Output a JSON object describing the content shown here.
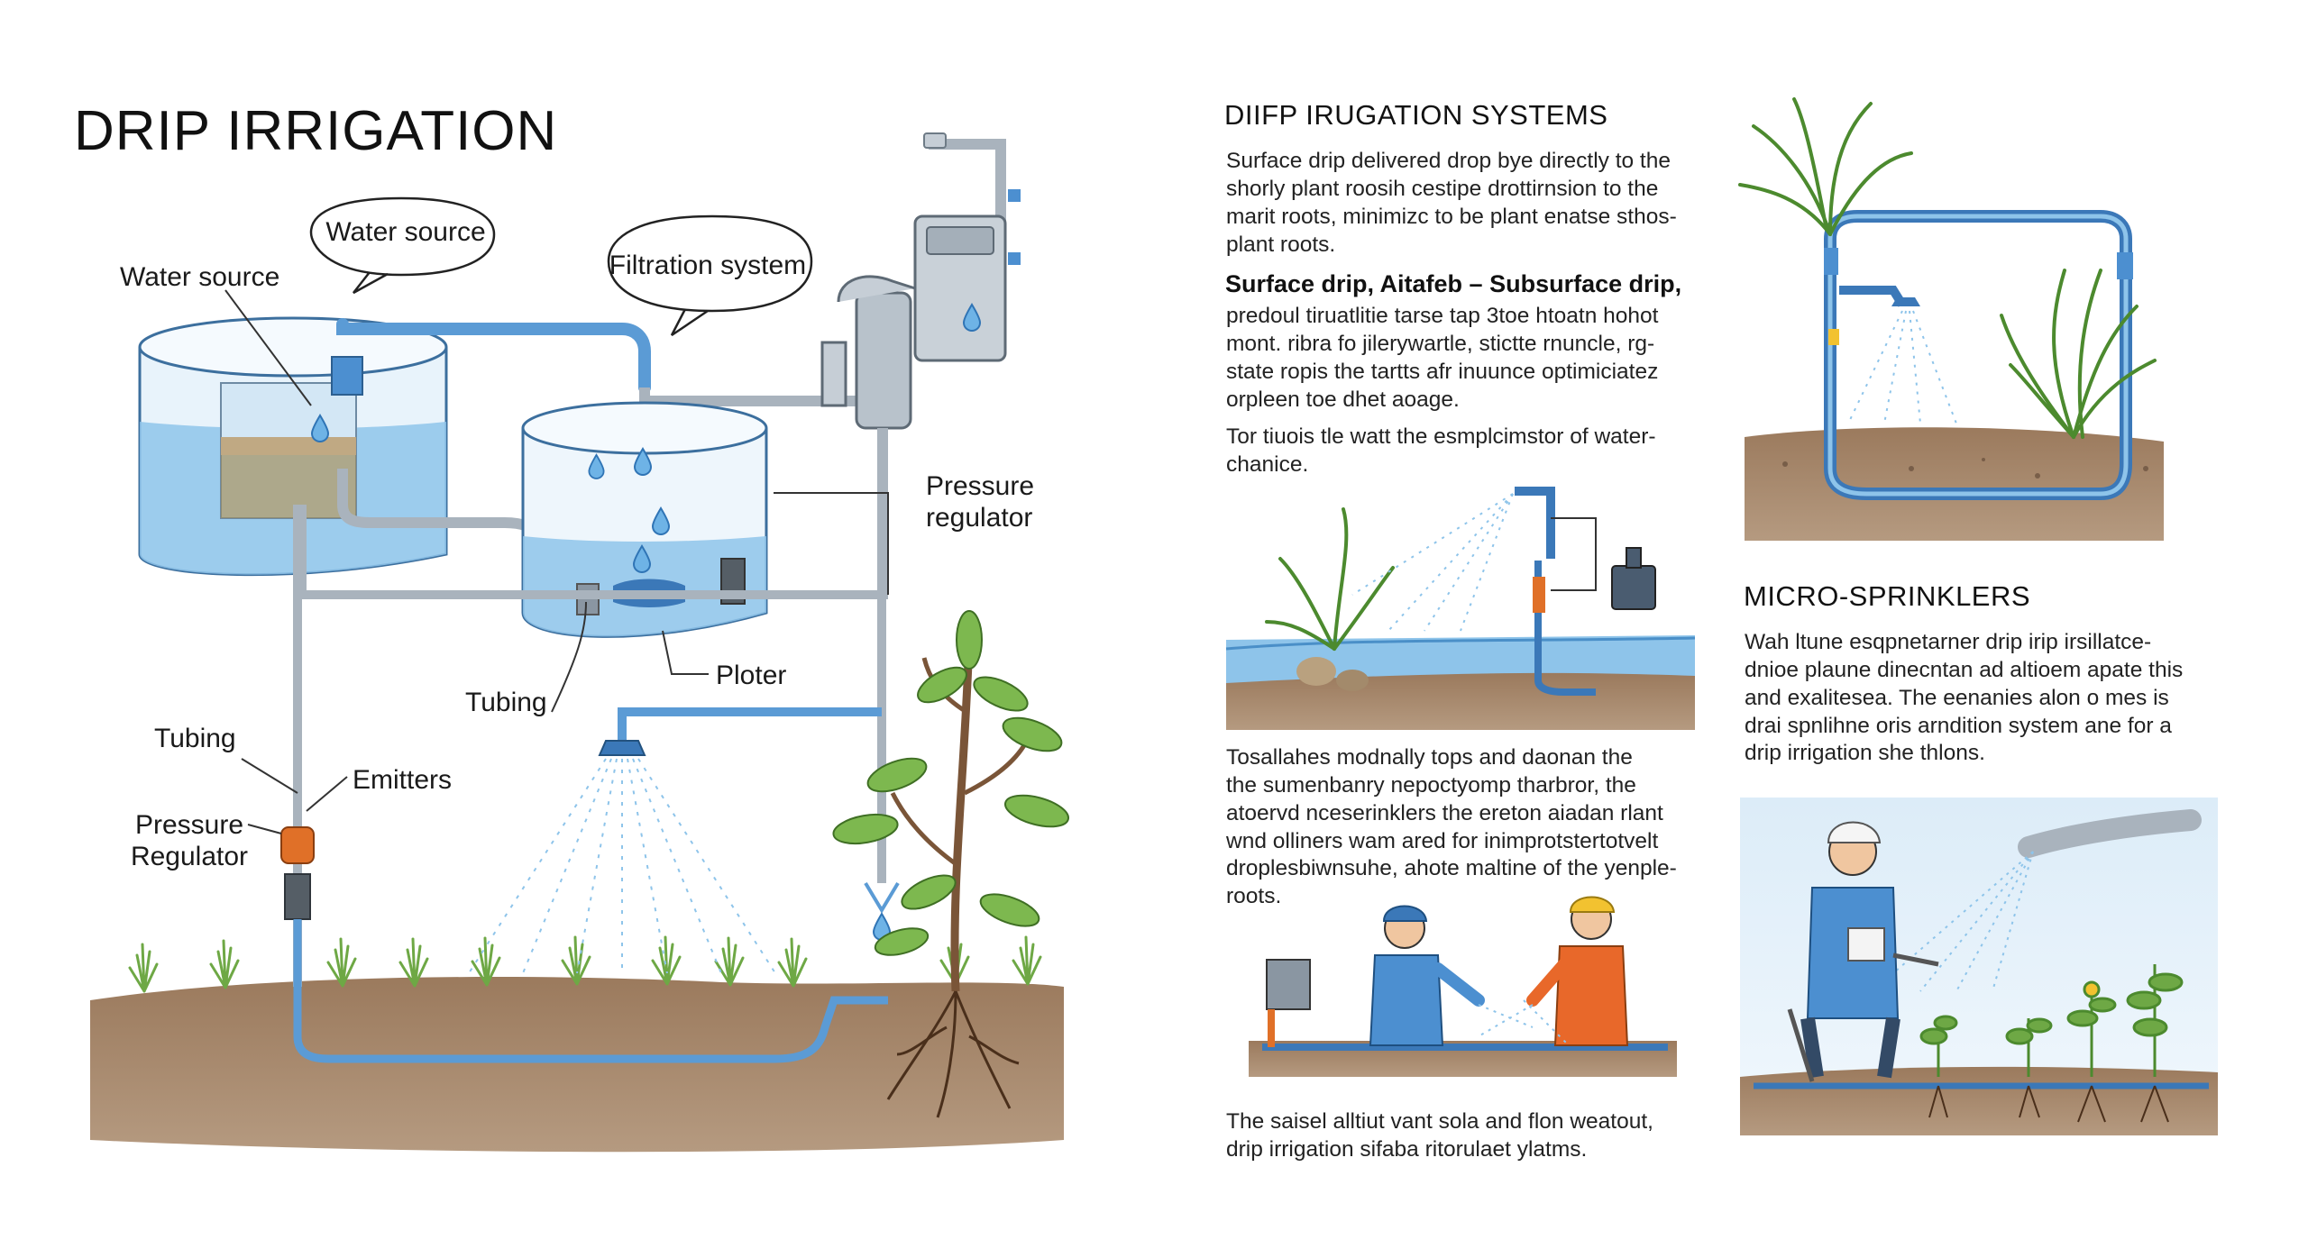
{
  "left": {
    "title": "DRIP IRRIGATION",
    "callout_water_source": "Water source",
    "label_water_source": "Water source",
    "callout_filtration": "Filtration system",
    "label_pressure_regulator_right": "Pressure\nregulator",
    "label_ploter": "Ploter",
    "label_tubing_mid": "Tubing",
    "label_tubing_left": "Tubing",
    "label_emitters": "Emitters",
    "label_pressure_regulator_left": "Pressure\nRegulator"
  },
  "right": {
    "heading_systems": "DIIFP IRUGATION SYSTEMS",
    "para_surface": "Surface drip delivered drop bye directly to the\nshorly plant roosih cestipe drottirnsion to the\nmarit roots, minimizc to be plant enatse sthos-\nplant roots.",
    "bold_surface": "Surface drip, Aitafeb – Subsurface drip,",
    "para_subsurface": "predoul tiruatlitie tarse tap 3toe  htoatn hohot\nmont. ribra fo jilerywartle, stictte rnuncle, rg-\nstate ropis the tartts afr inuunce optimiciatez\norpleen toe dhet aoage.",
    "para_water": "Tor tiuois tle watt the esmplcimstor of water-\nchanice.",
    "para_sprinklers_left": "Tosallahes modnally tops and daonan the\nthe sumenbanry nepoctyomp tharbror, the\natoervd nceserinklers the ereton aiadan rlant\nwnd olliners wam ared for inimprotstertotvelt\ndroplesbiwnsuhe, ahote maltine of the yenple-\nroots.",
    "para_bottom": "The saisel alltiut vant sola and flon weatout,\ndrip irrigation sifaba ritorulaet ylatms.",
    "heading_micro": "MICRO-SPRINKLERS",
    "para_micro": "Wah ltune esqpnetarner drip irip   irsillatce-\ndnioe plaune dinecntan ad altioem apate this\nand exalitesea. The eenanies alon o mes is\ndrai spnlihne oris arndition system ane for a\ndrip irrigation she thlons."
  },
  "colors": {
    "water": "#8ec4ea",
    "water_dark": "#4a8fc8",
    "pipe": "#5b9bd5",
    "pipe_grey": "#a9b3bd",
    "soil": "#8a6a4f",
    "grass": "#6ea845",
    "regulator": "#e07028"
  },
  "icons": {
    "tank": "water-tank-icon",
    "filter": "filtration-unit-icon",
    "sprinkler": "sprinkler-head-icon",
    "plant": "plant-icon",
    "worker": "worker-icon"
  }
}
